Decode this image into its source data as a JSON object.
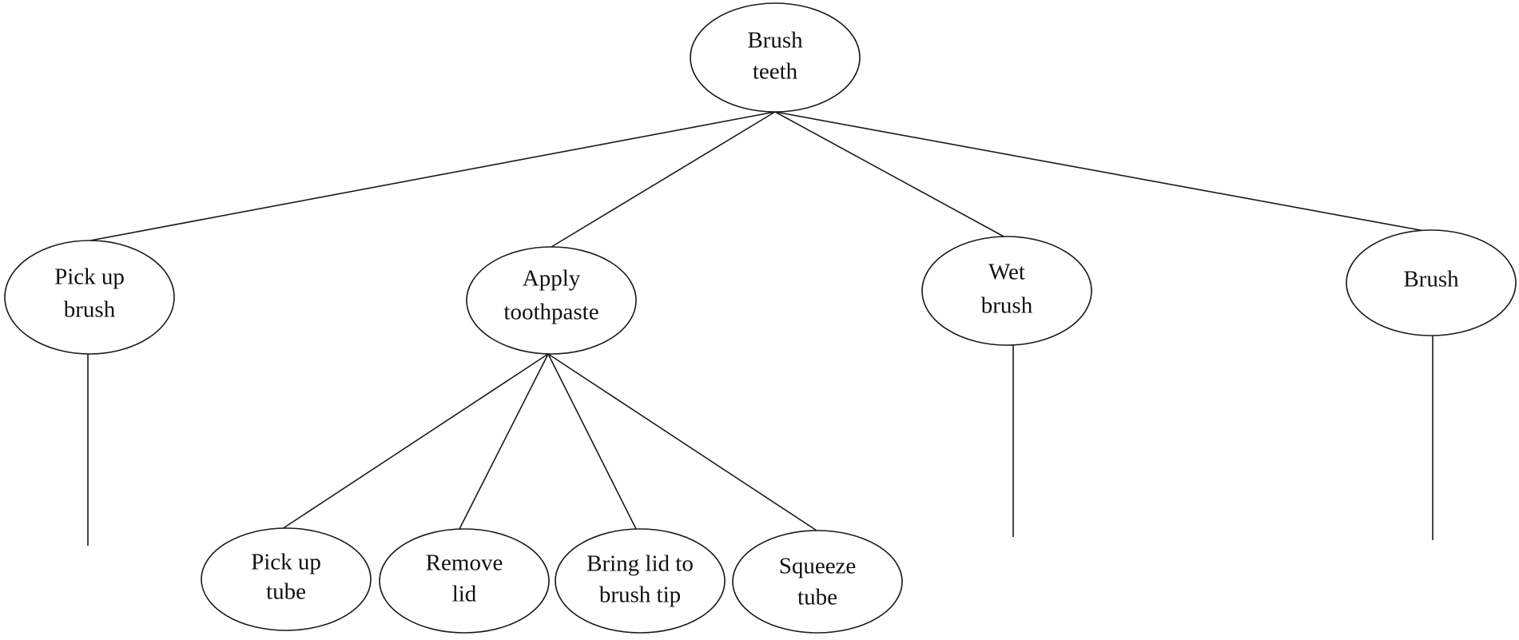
{
  "tree": {
    "root": {
      "id": "brush-teeth",
      "lines": [
        "Brush",
        "teeth"
      ]
    },
    "level1": [
      {
        "id": "pick-up-brush",
        "lines": [
          "Pick up",
          "brush"
        ]
      },
      {
        "id": "apply-toothpaste",
        "lines": [
          "Apply",
          "toothpaste"
        ]
      },
      {
        "id": "wet-brush",
        "lines": [
          "Wet",
          "brush"
        ]
      },
      {
        "id": "brush",
        "lines": [
          "Brush"
        ]
      }
    ],
    "level2": [
      {
        "id": "pick-up-tube",
        "lines": [
          "Pick up",
          "tube"
        ]
      },
      {
        "id": "remove-lid",
        "lines": [
          "Remove",
          "lid"
        ]
      },
      {
        "id": "bring-lid-to-brush-tip",
        "lines": [
          "Bring lid to",
          "brush tip"
        ]
      },
      {
        "id": "squeeze-tube",
        "lines": [
          "Squeeze",
          "tube"
        ]
      }
    ]
  },
  "colors": {
    "stroke": "#1a1a1a",
    "background": "#ffffff",
    "text": "#111111"
  }
}
